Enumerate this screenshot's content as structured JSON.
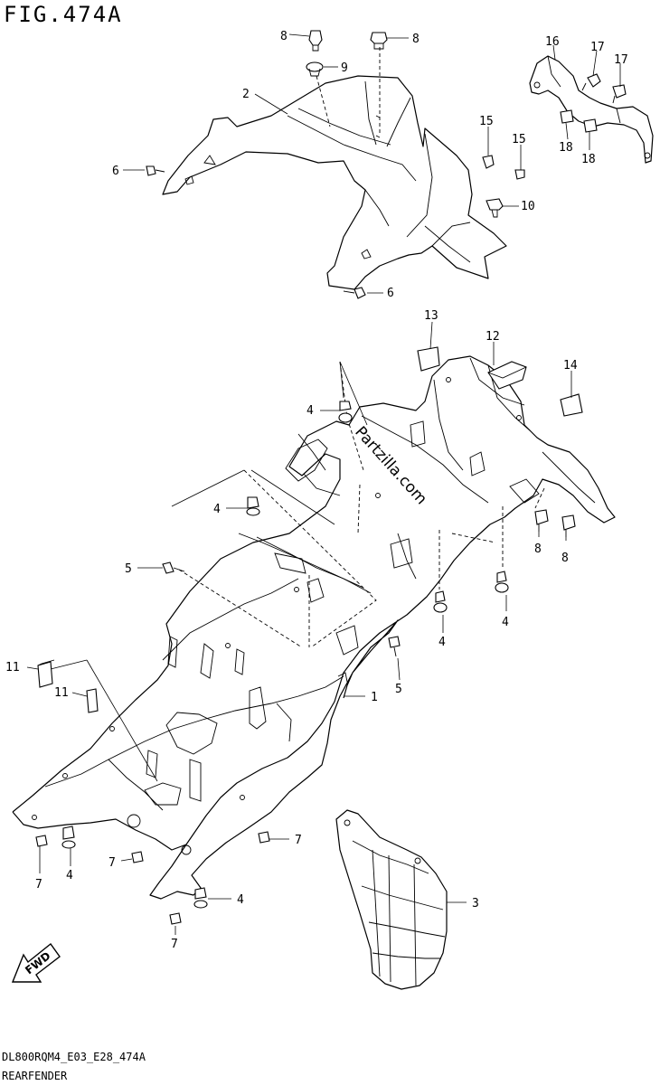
{
  "figure": {
    "title": "FIG.474A",
    "code": "DL800RQM4_E03_E28_474A",
    "caption": "REARFENDER"
  },
  "watermark": "Partzilla.com",
  "icons": [
    "fwd-arrow-icon"
  ],
  "callouts": [
    {
      "id": "c8a",
      "text": "8"
    },
    {
      "id": "c8b",
      "text": "8"
    },
    {
      "id": "c9",
      "text": "9"
    },
    {
      "id": "c2",
      "text": "2"
    },
    {
      "id": "c6a",
      "text": "6"
    },
    {
      "id": "c6b",
      "text": "6"
    },
    {
      "id": "c16",
      "text": "16"
    },
    {
      "id": "c17a",
      "text": "17"
    },
    {
      "id": "c17b",
      "text": "17"
    },
    {
      "id": "c15a",
      "text": "15"
    },
    {
      "id": "c15b",
      "text": "15"
    },
    {
      "id": "c18a",
      "text": "18"
    },
    {
      "id": "c18b",
      "text": "18"
    },
    {
      "id": "c10",
      "text": "10"
    },
    {
      "id": "c13",
      "text": "13"
    },
    {
      "id": "c12",
      "text": "12"
    },
    {
      "id": "c14",
      "text": "14"
    },
    {
      "id": "c4a",
      "text": "4"
    },
    {
      "id": "c4b",
      "text": "4"
    },
    {
      "id": "c8c",
      "text": "8"
    },
    {
      "id": "c8d",
      "text": "8"
    },
    {
      "id": "c5a",
      "text": "5"
    },
    {
      "id": "c4c",
      "text": "4"
    },
    {
      "id": "c4d",
      "text": "4"
    },
    {
      "id": "c5b",
      "text": "5"
    },
    {
      "id": "c11a",
      "text": "11"
    },
    {
      "id": "c11b",
      "text": "11"
    },
    {
      "id": "c1",
      "text": "1"
    },
    {
      "id": "c7a",
      "text": "7"
    },
    {
      "id": "c4e",
      "text": "4"
    },
    {
      "id": "c7b",
      "text": "7"
    },
    {
      "id": "c7c",
      "text": "7"
    },
    {
      "id": "c4f",
      "text": "4"
    },
    {
      "id": "c7d",
      "text": "7"
    },
    {
      "id": "c3",
      "text": "3"
    }
  ],
  "fwd_label": "FWD"
}
